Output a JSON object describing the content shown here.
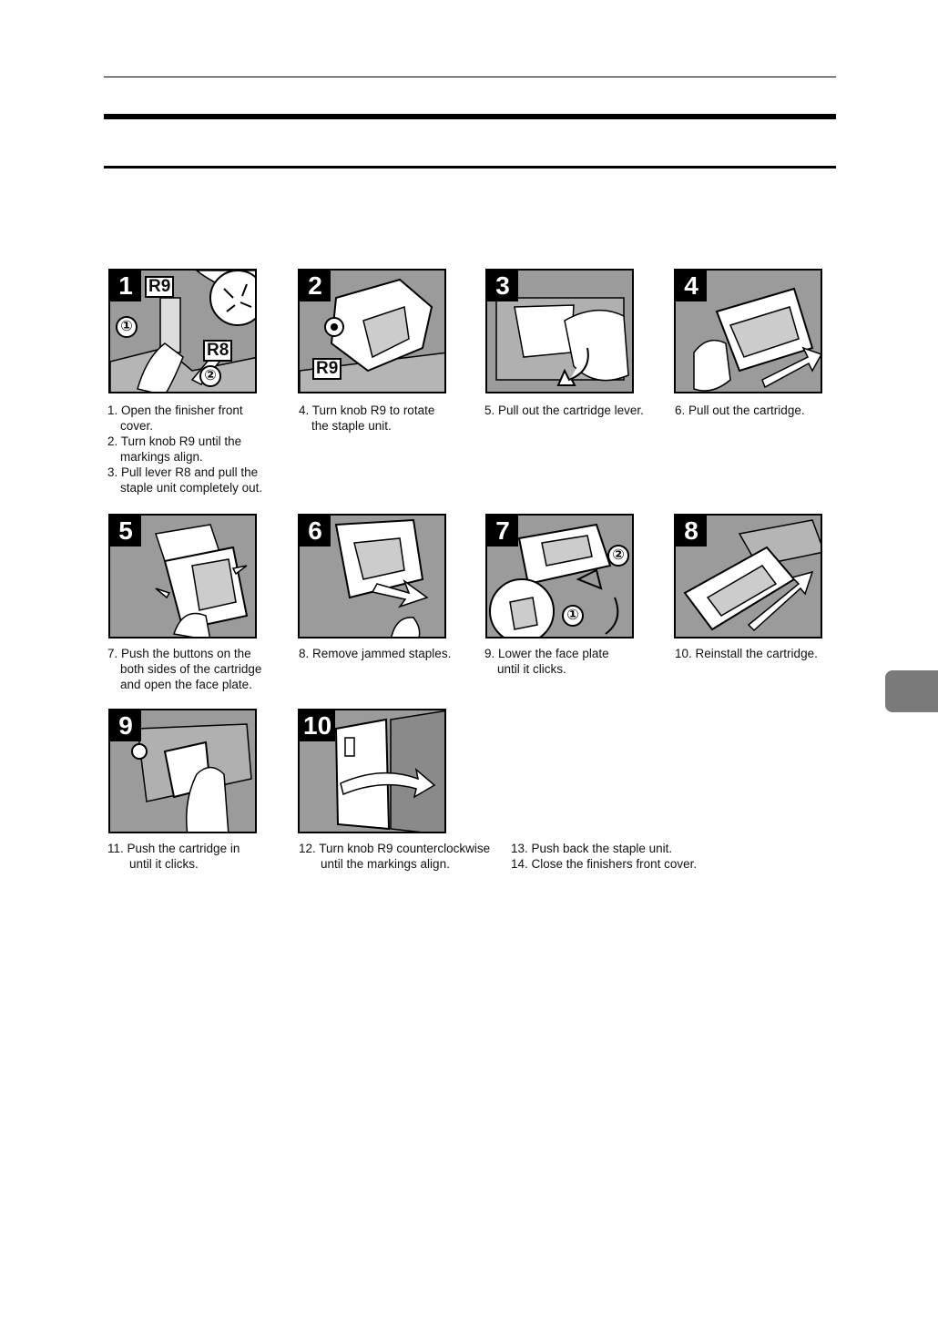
{
  "steps": [
    {
      "badge": "1",
      "labels": {
        "r9": "R9",
        "r8": "R8",
        "c1": "①",
        "c2": "②"
      }
    },
    {
      "badge": "2",
      "labels": {
        "r9": "R9"
      }
    },
    {
      "badge": "3"
    },
    {
      "badge": "4"
    },
    {
      "badge": "5"
    },
    {
      "badge": "6"
    },
    {
      "badge": "7",
      "labels": {
        "c1": "①",
        "c2": "②"
      }
    },
    {
      "badge": "8"
    },
    {
      "badge": "9"
    },
    {
      "badge": "10"
    }
  ],
  "captions": {
    "c1": [
      "1. Open the finisher front",
      "cover.",
      "2. Turn knob R9 until the",
      "markings align.",
      "3. Pull lever R8 and pull the",
      "staple unit completely out."
    ],
    "c2": [
      "4. Turn knob R9 to rotate",
      "the staple unit."
    ],
    "c3": [
      "5. Pull out the cartridge lever."
    ],
    "c4": [
      "6. Pull out the cartridge."
    ],
    "c5": [
      "7. Push the buttons on the",
      "both sides of the cartridge",
      "and open the face plate."
    ],
    "c6": [
      "8. Remove jammed staples."
    ],
    "c7": [
      "9. Lower the face plate",
      "until it clicks."
    ],
    "c8": [
      "10. Reinstall the cartridge."
    ],
    "c9": [
      "11. Push the cartridge in",
      "until it clicks."
    ],
    "c10": [
      "12.  Turn knob R9 counterclockwise",
      "until the markings align."
    ],
    "c11": [
      "13. Push back the staple unit.",
      "14. Close the finishers front cover."
    ]
  }
}
